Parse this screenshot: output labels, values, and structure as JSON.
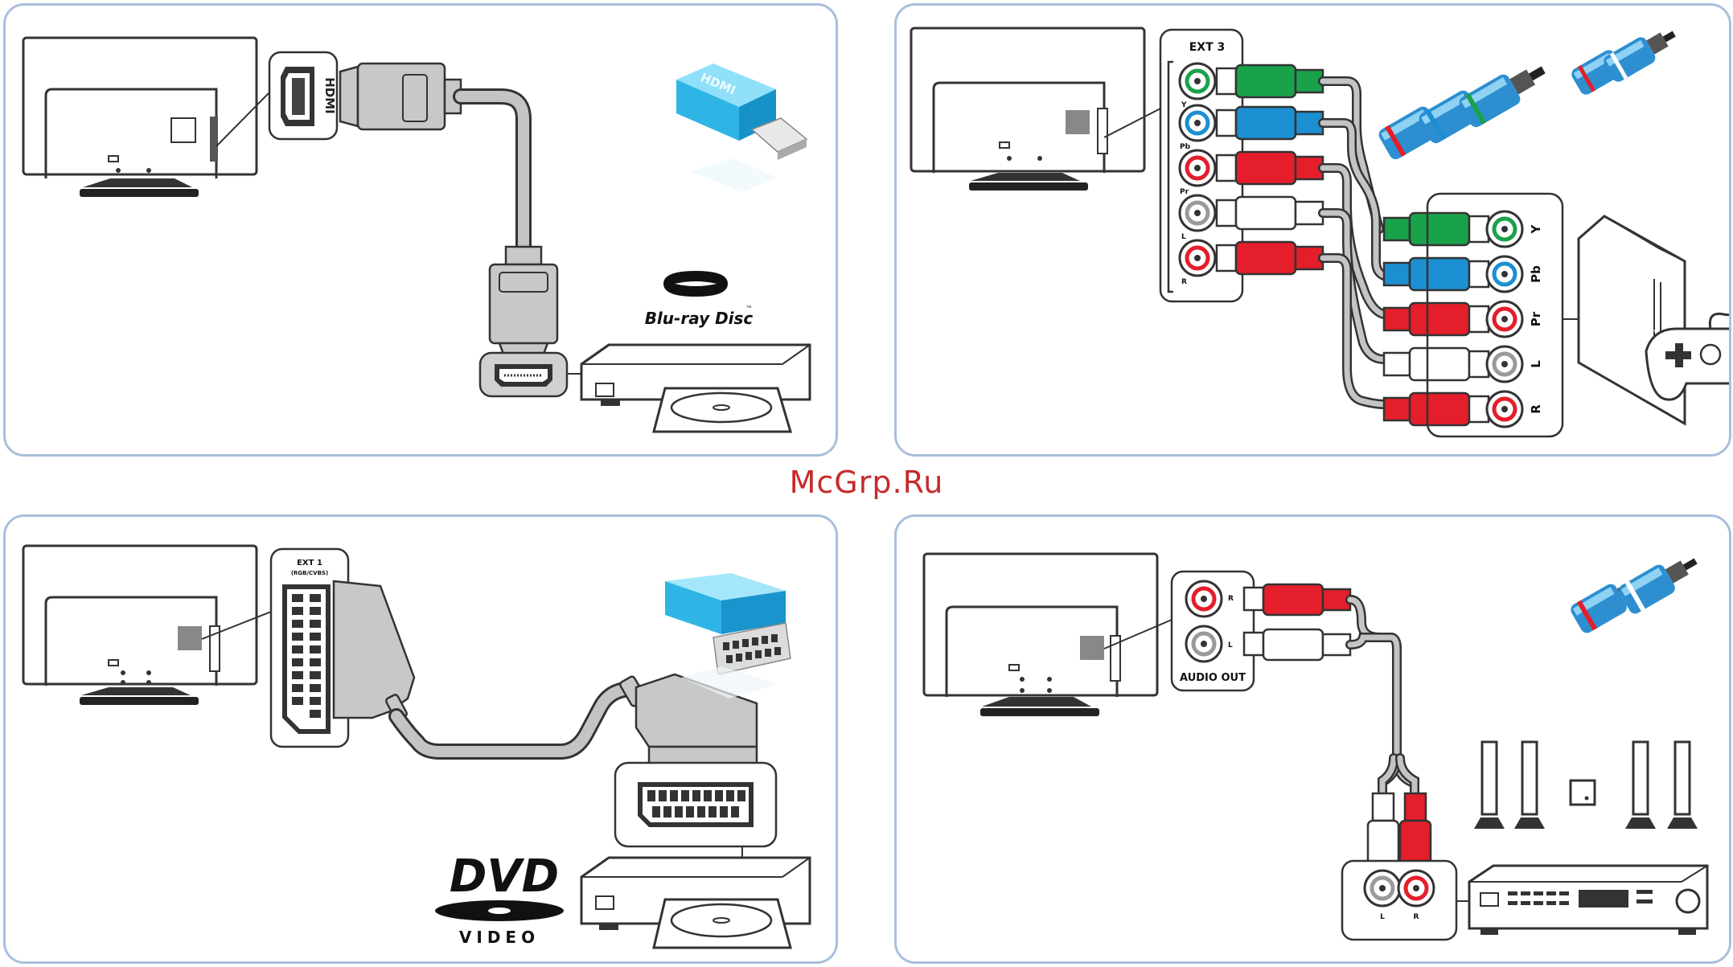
{
  "watermark": "McGrp.Ru",
  "panels": {
    "hdmi": {
      "port_label": "HDMI",
      "adapter_label": "HDMI",
      "brand_line": "Blu-ray Disc",
      "brand_tm": "™"
    },
    "component": {
      "port_group_label": "EXT 3",
      "tv_ports": [
        "Y",
        "Pb",
        "Pr",
        "L",
        "R"
      ],
      "device_ports": [
        "Y",
        "Pb",
        "Pr",
        "L",
        "R"
      ],
      "colors": {
        "green": "#19a24a",
        "blue": "#1c8fd2",
        "red": "#e41e2a",
        "white": "#ffffff"
      }
    },
    "scart": {
      "port_label": "EXT 1",
      "port_sublabel": "(RGB/CVBS)",
      "brand_main": "DVD",
      "brand_sub": "VIDEO"
    },
    "audio": {
      "port_group_label": "AUDIO OUT",
      "tv_ports": [
        "R",
        "L"
      ],
      "receiver_ports": [
        "L",
        "R"
      ]
    }
  },
  "colors": {
    "panel_border": "#a9bfdc",
    "watermark": "#c62a2a",
    "cable": "#c4c4c4"
  }
}
